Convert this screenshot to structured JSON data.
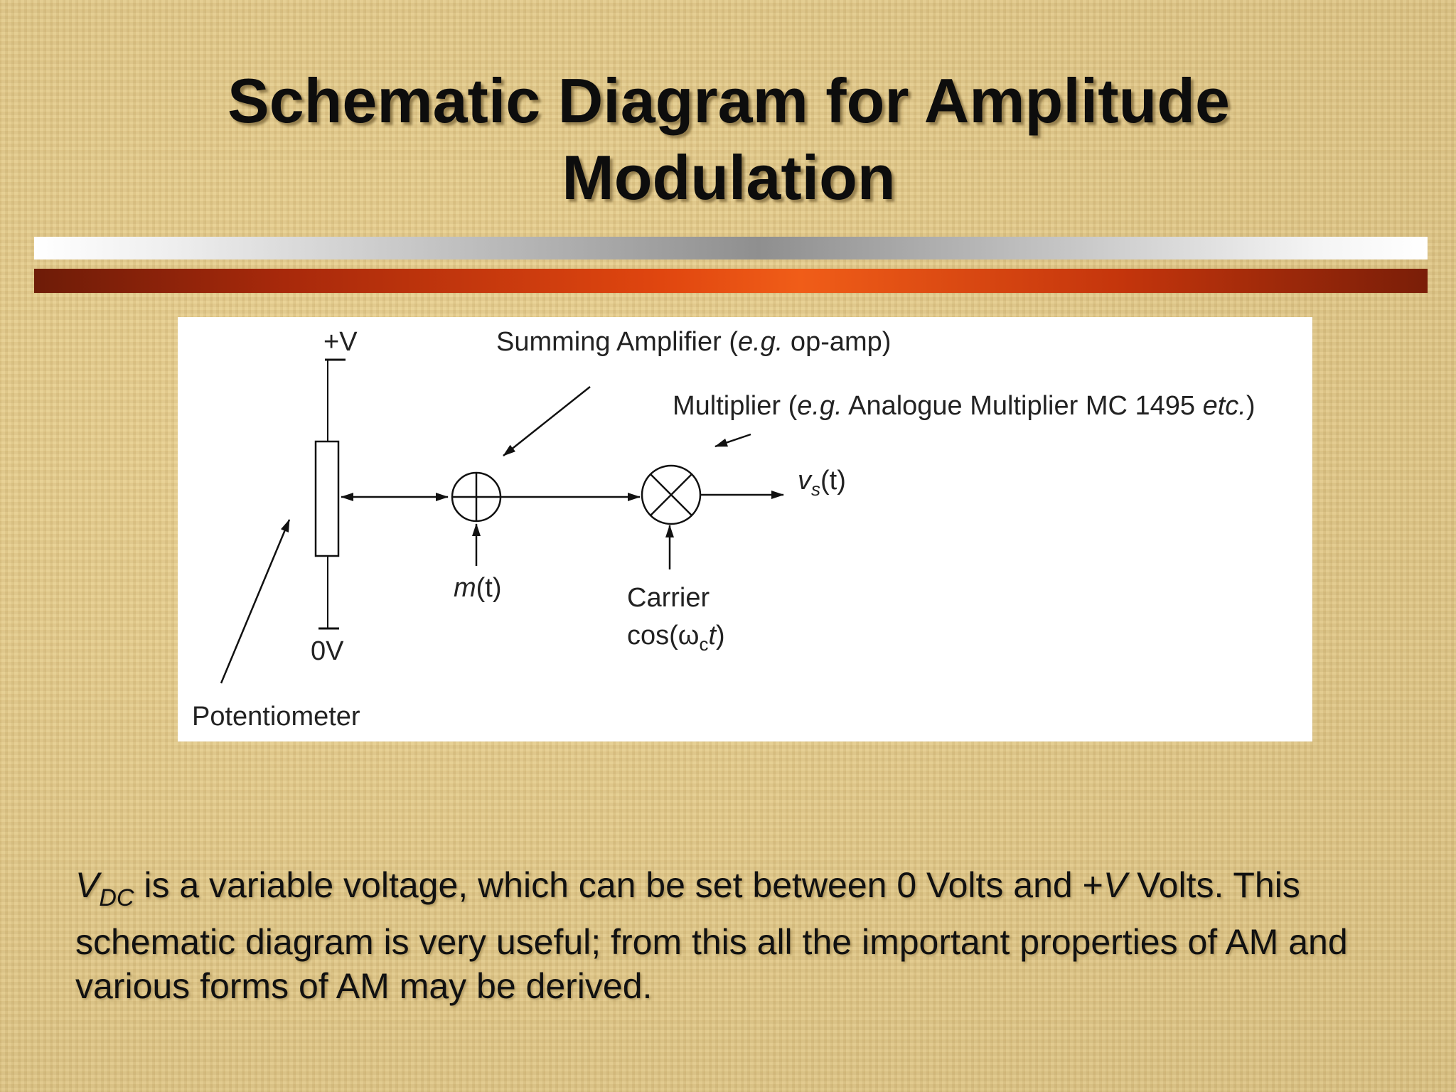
{
  "slide": {
    "title_line1": "Schematic Diagram for Amplitude",
    "title_line2": "Modulation"
  },
  "diagram": {
    "plus_v": "+V",
    "zero_v": "0V",
    "potentiometer": "Potentiometer",
    "summing_amp_pre": "Summing Amplifier (",
    "summing_amp_eg": "e.g.",
    "summing_amp_post": " op-amp)",
    "multiplier_pre": "Multiplier (",
    "multiplier_eg": "e.g.",
    "multiplier_mid": " Analogue Multiplier MC 1495 ",
    "multiplier_etc": "etc.",
    "multiplier_post": ")",
    "message_m": "m",
    "message_rest": "(t)",
    "carrier": "Carrier",
    "carrier_cos": "cos(",
    "carrier_omega": "ω",
    "carrier_sub": "c",
    "carrier_t": "t",
    "carrier_close": ")",
    "output_v": "v",
    "output_sub": "s",
    "output_rest": "(t)"
  },
  "caption": {
    "v": "V",
    "v_sub": "DC",
    "part1": "  is a variable voltage, which can be set between 0 Volts and +",
    "v_italic": "V",
    "part2": " Volts. This schematic diagram is very useful; from this all the important properties of AM and various forms of AM may be derived."
  }
}
